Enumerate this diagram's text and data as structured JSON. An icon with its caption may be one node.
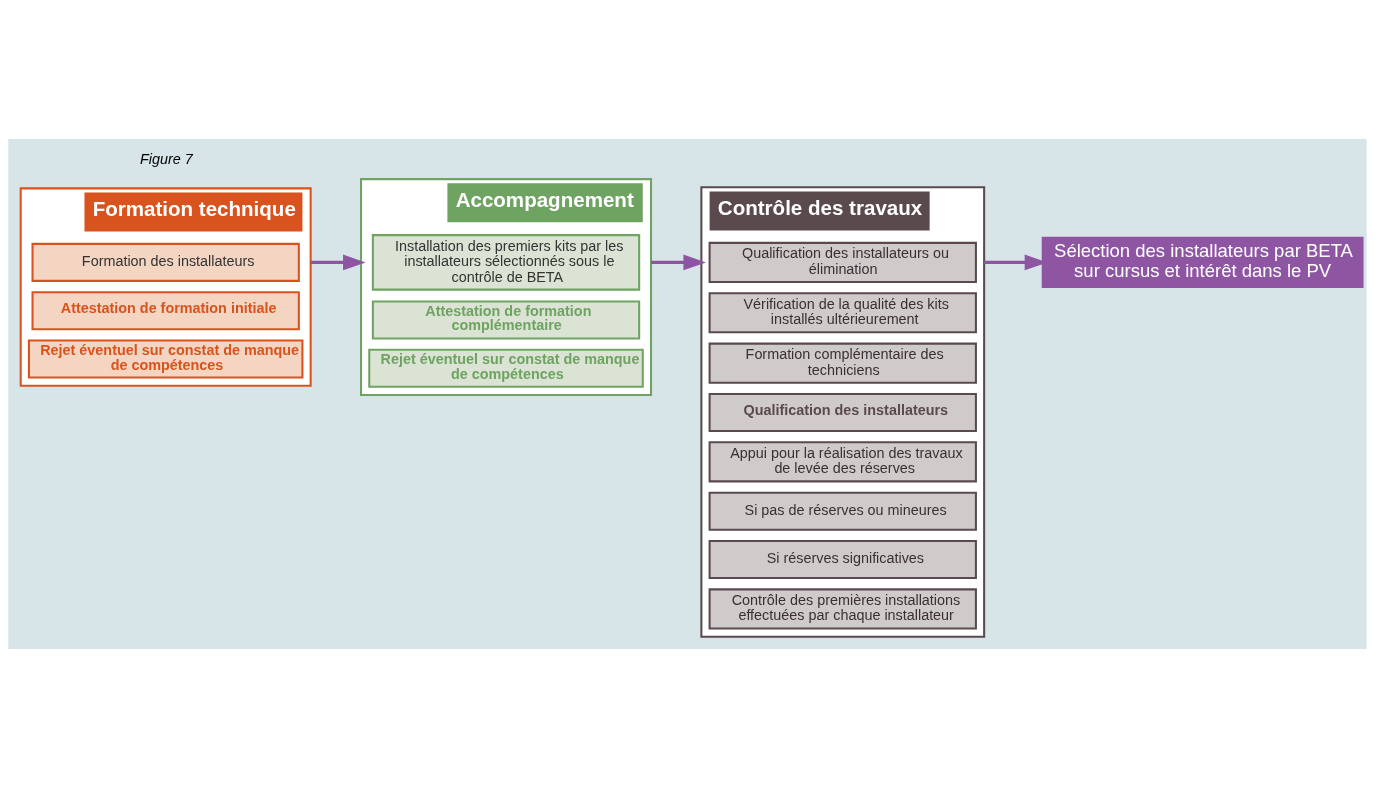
{
  "diagram": {
    "nodes": [
      {
        "text": [
          "Sélection des installateurs par BETA sur cursus et intérêt dans le PV"
        ]
      },
      {
        "text": [
          "Formation technique"
        ]
      },
      {
        "text": [
          "Formation des installateurs"
        ],
        "in": 1
      },
      {
        "text": [
          "Attestation de formation initiale"
        ],
        "in": 1
      },
      {
        "text": [
          "Rejet éventuel sur constat de manque de compétences"
        ],
        "in": 1
      },
      {
        "text": [
          "Accompagnement"
        ]
      },
      {
        "text": [
          "Installation des premiers kits par les installateurs sélectionnés sous le contrôle de BETA"
        ],
        "in": 5
      },
      {
        "text": [
          "Attestation de formation complémentaire"
        ],
        "in": 5
      },
      {
        "text": [
          "Rejet éventuel sur constat de manque de compétences"
        ],
        "in": 5
      },
      {
        "text": [
          "Contrôle des travaux"
        ]
      },
      {
        "text": [
          "Qualification des installateurs ou élimination"
        ],
        "in": 9
      },
      {
        "text": [
          "Vérification de la qualité des kits installés ultérieurement"
        ],
        "in": 9
      },
      {
        "text": [
          "Formation complémentaire des techniciens"
        ],
        "in": 9
      },
      {
        "text": [
          "Qualification des installateurs"
        ],
        "in": 9
      },
      {
        "text": [
          "Appui pour la réalisation des travaux de levée des réserves"
        ],
        "in": 9
      },
      {
        "text": [
          "Si pas de réserves ou mineures"
        ],
        "in": 9
      },
      {
        "text": [
          "Si réserves significatives"
        ],
        "in": 9
      },
      {
        "text": [
          "Contrôle des premières installations effectuées par chaque installateur"
        ],
        "in": 9
      }
    ],
    "edges": [
      {
        "from": 9,
        "to": 0,
        "arrow": "to"
      },
      {
        "from": 1,
        "to": 5,
        "arrow": "to"
      },
      {
        "from": 5,
        "to": 9,
        "arrow": "to"
      }
    ],
    "labels": [
      "Figure 7"
    ]
  }
}
